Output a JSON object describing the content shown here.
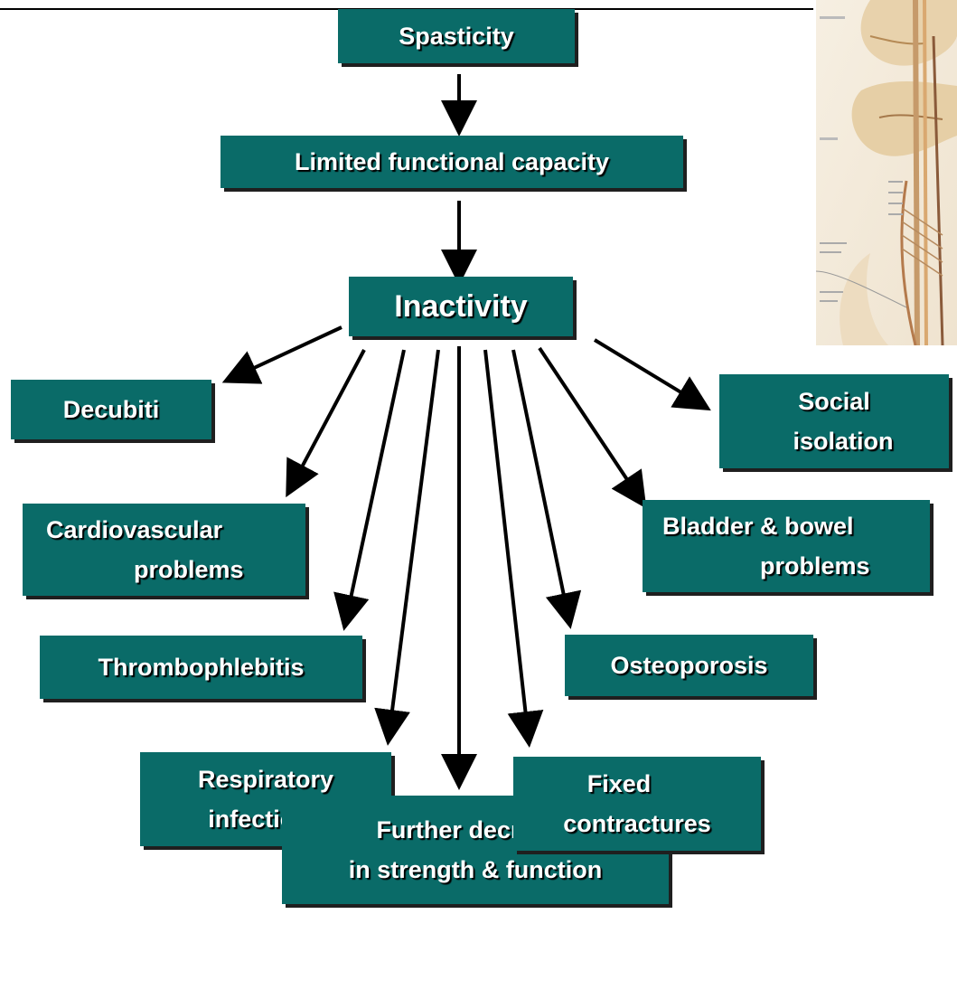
{
  "nodes": {
    "spasticity": "Spasticity",
    "limited": "Limited functional capacity",
    "inactivity": "Inactivity",
    "decubiti": "Decubiti",
    "cardio": [
      "Cardiovascular",
      "problems"
    ],
    "thrombo": "Thrombophlebitis",
    "respiratory": [
      "Respiratory",
      "infections"
    ],
    "further": [
      "Further decrease",
      "in strength & function"
    ],
    "fixed": [
      "Fixed",
      "contractures"
    ],
    "osteo": "Osteoporosis",
    "bladder": [
      "Bladder & bowel",
      "problems"
    ],
    "social": [
      "Social",
      "isolation"
    ]
  },
  "colors": {
    "box": "#0a6b68",
    "text": "#ffffff",
    "arrow": "#000000"
  }
}
